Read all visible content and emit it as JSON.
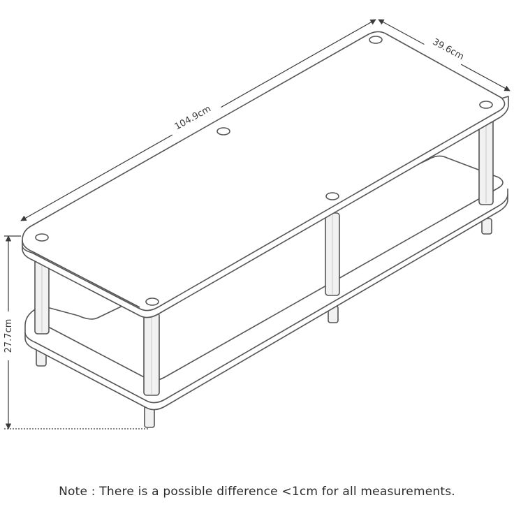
{
  "dimensions": {
    "length": "104.9cm",
    "depth": "39.6cm",
    "height": "27.7cm"
  },
  "note": "Note : There is a possible difference <1cm for all measurements.",
  "colors": {
    "outline": "#555555",
    "dimension_line": "#3a3a3a",
    "panel": "#ffffff",
    "leg_fill": "#f1f1f1"
  }
}
